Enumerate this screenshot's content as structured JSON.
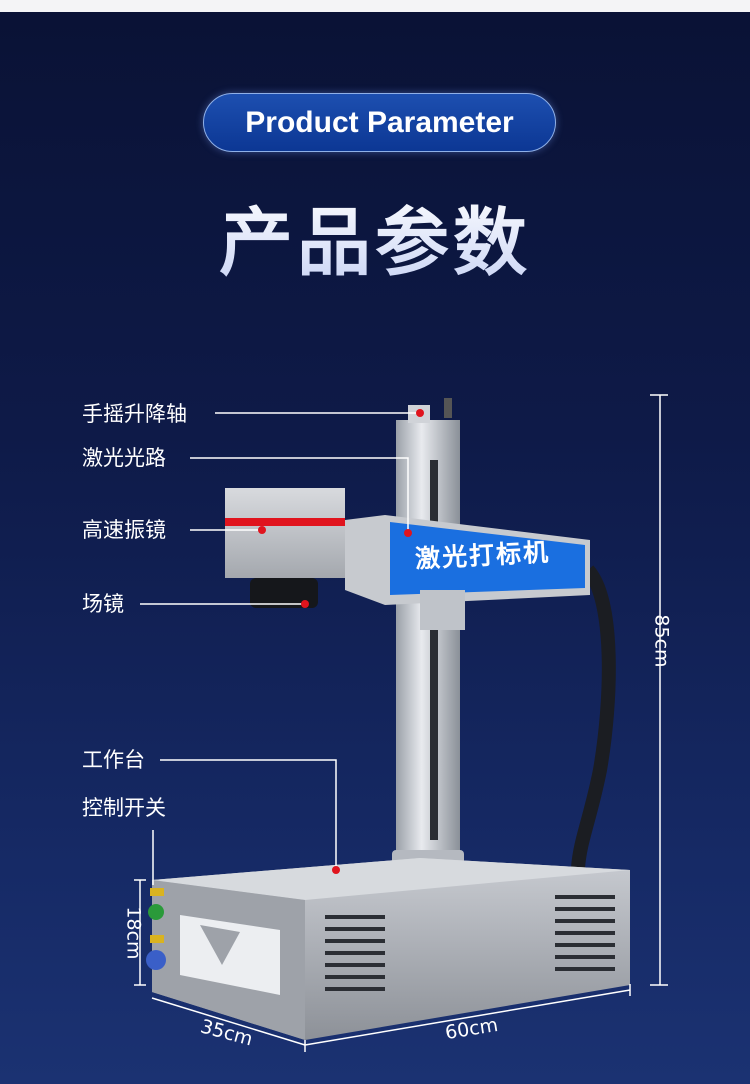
{
  "header": {
    "badge": "Product Parameter",
    "title": "产品参数"
  },
  "machine": {
    "panel_label": "激光打标机"
  },
  "callouts": [
    {
      "label": "手摇升降轴"
    },
    {
      "label": "激光光路"
    },
    {
      "label": "高速振镜"
    },
    {
      "label": "场镜"
    },
    {
      "label": "工作台"
    },
    {
      "label": "控制开关"
    }
  ],
  "dimensions": {
    "height": "85cm",
    "base_height": "18cm",
    "depth": "35cm",
    "width": "60cm"
  },
  "colors": {
    "background": "#0e1a48",
    "badge": "#1d4fb0",
    "panel": "#1a6fe0",
    "marker": "#e0141e"
  }
}
